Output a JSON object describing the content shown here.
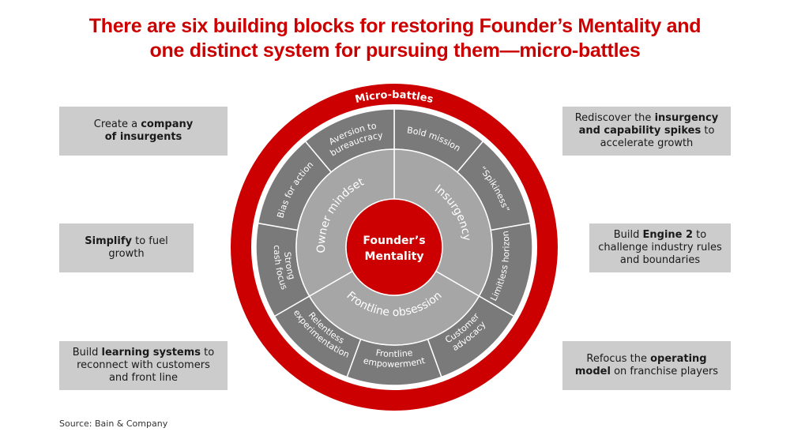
{
  "title": {
    "line1": "There are six building blocks for restoring Founder’s Mentality and",
    "line2": "one distinct system for pursuing them—micro-battles"
  },
  "colors": {
    "brand_red": "#cc0000",
    "outer_segment_gray": "#7a7a7a",
    "inner_segment_gray": "#a6a6a6",
    "box_gray": "#cccccc"
  },
  "wheel": {
    "ring_label": "Micro-battles",
    "core_label": [
      "Founder’s",
      "Mentality"
    ],
    "inner_sectors": [
      {
        "label": "Insurgency"
      },
      {
        "label": "Frontline obsession"
      },
      {
        "label": "Owner mindset"
      }
    ],
    "outer_segments": [
      {
        "lines": [
          "Bold mission"
        ]
      },
      {
        "lines": [
          "“Spikiness”"
        ]
      },
      {
        "lines": [
          "Limitless horizon"
        ]
      },
      {
        "lines": [
          "Customer",
          "advocacy"
        ]
      },
      {
        "lines": [
          "Frontline",
          "empowerment"
        ]
      },
      {
        "lines": [
          "Relentless",
          "experimentation"
        ]
      },
      {
        "lines": [
          "Strong",
          "cash focus"
        ]
      },
      {
        "lines": [
          "Bias for action"
        ]
      },
      {
        "lines": [
          "Aversion to",
          "bureaucracy"
        ]
      }
    ]
  },
  "boxes": {
    "left": [
      {
        "parts": [
          {
            "t": "Create a ",
            "b": false
          },
          {
            "t": "company",
            "b": true
          },
          {
            "t": "\n",
            "b": false
          },
          {
            "t": "of insurgents",
            "b": true
          }
        ]
      },
      {
        "parts": [
          {
            "t": "Simplify",
            "b": true
          },
          {
            "t": " to fuel\ngrowth",
            "b": false
          }
        ]
      },
      {
        "parts": [
          {
            "t": "Build ",
            "b": false
          },
          {
            "t": "learning systems",
            "b": true
          },
          {
            "t": " to\nreconnect with customers\nand front line",
            "b": false
          }
        ]
      }
    ],
    "right": [
      {
        "parts": [
          {
            "t": "Rediscover the ",
            "b": false
          },
          {
            "t": "insurgency",
            "b": true
          },
          {
            "t": "\n",
            "b": false
          },
          {
            "t": "and capability spikes",
            "b": true
          },
          {
            "t": " to\naccelerate growth",
            "b": false
          }
        ]
      },
      {
        "parts": [
          {
            "t": "Build ",
            "b": false
          },
          {
            "t": "Engine 2",
            "b": true
          },
          {
            "t": " to\nchallenge industry rules\nand boundaries",
            "b": false
          }
        ]
      },
      {
        "parts": [
          {
            "t": "Refocus the ",
            "b": false
          },
          {
            "t": "operating",
            "b": true
          },
          {
            "t": "\n",
            "b": false
          },
          {
            "t": "model",
            "b": true
          },
          {
            "t": " on franchise players",
            "b": false
          }
        ]
      }
    ]
  },
  "source": "Source: Bain & Company"
}
